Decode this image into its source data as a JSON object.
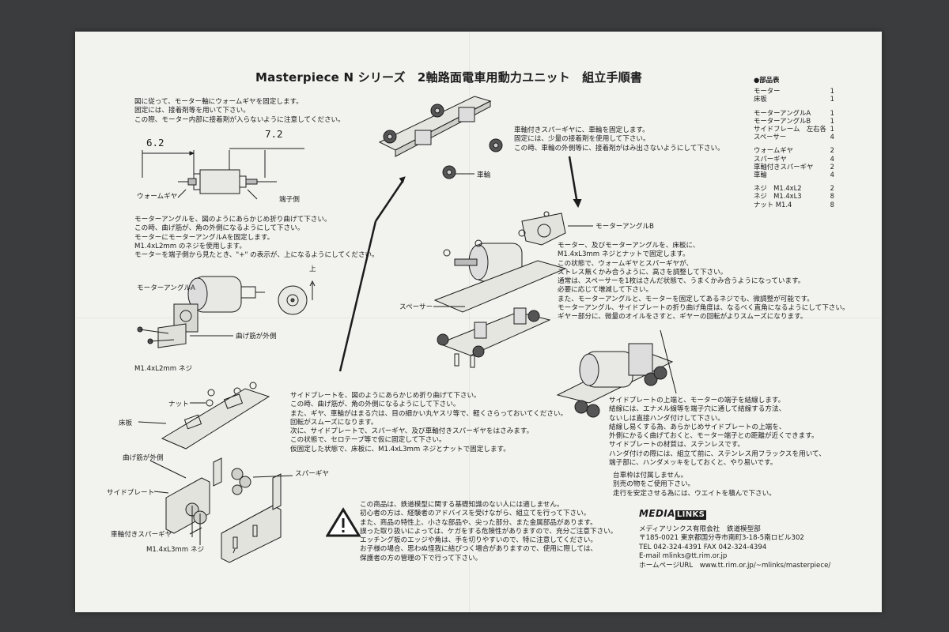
{
  "title": "Masterpiece N シリーズ　2軸路面電車用動力ユニット　組立手順書",
  "parts": {
    "heading": "●部品表",
    "groups": [
      [
        {
          "name": "モーター",
          "qty": "1"
        },
        {
          "name": "床板",
          "qty": "1"
        }
      ],
      [
        {
          "name": "モーターアングルA",
          "qty": "1"
        },
        {
          "name": "モーターアングルB",
          "qty": "1"
        },
        {
          "name": "サイドフレーム　左右各",
          "qty": "1"
        },
        {
          "name": "スペーサー",
          "qty": "4"
        }
      ],
      [
        {
          "name": "ウォームギヤ",
          "qty": "2"
        },
        {
          "name": "スパーギヤ",
          "qty": "4"
        },
        {
          "name": "車軸付きスパーギヤ",
          "qty": "2"
        },
        {
          "name": "車輪",
          "qty": "4"
        }
      ],
      [
        {
          "name": "ネジ　M1.4xL2",
          "qty": "2"
        },
        {
          "name": "ネジ　M1.4xL3",
          "qty": "8"
        },
        {
          "name": "ナット M1.4",
          "qty": "8"
        }
      ]
    ]
  },
  "step1": [
    "図に従って、モーター軸にウォームギヤを固定します。",
    "固定には、接着剤等を用いて下さい。",
    "この際、モーター内部に接着剤が入らないように注意してください。"
  ],
  "dim_left": "6.2",
  "dim_right": "7.2",
  "label_worm": "ウォームギヤ",
  "label_terminal": "端子側",
  "step2": [
    "モーターアングルを、図のようにあらかじめ折り曲げて下さい。",
    "この時、曲げ筋が、角の外側になるようにして下さい。",
    "モーターにモーターアングルAを固定します。",
    "M1.4xL2mm のネジを使用します。",
    "モーターを端子側から見たとき、\"+\" の表示が、上になるようにしてください。"
  ],
  "label_angleA": "モーターアングルA",
  "label_up": "上",
  "label_bend_out1": "曲げ筋が外側",
  "label_screw_l2": "M1.4xL2mm ネジ",
  "step_wheels": [
    "車軸付きスパーギヤに、車輪を固定します。",
    "固定には、少量の接着剤を使用して下さい。",
    "この時、車輪の外側等に、接着剤がはみ出さないようにして下さい。"
  ],
  "label_wheel": "車輪",
  "label_angleB": "モーターアングルB",
  "step_mount": [
    "モーター、及びモーターアングルを、床板に、",
    "M1.4xL3mm ネジとナットで固定します。",
    "この状態で、ウォームギヤとスパーギヤが、",
    "ストレス無くかみ合うように、高さを調整して下さい。",
    "通常は、スペーサーを1枚はさんだ状態で、うまくかみ合うようになっています。",
    "必要に応じて増減して下さい。",
    "また、モーターアングルと、モーターを固定してあるネジでも、微調整が可能です。",
    "モーターアングル、サイドプレートの折り曲げ角度は、なるべく直角になるようにして下さい。",
    "ギヤー部分に、微量のオイルをさすと、ギヤーの回転がよりスムーズになります。"
  ],
  "label_spacer": "スペーサー",
  "label_nut": "ナット",
  "label_floor": "床板",
  "label_bend_out2": "曲げ筋が外側",
  "label_sideplate": "サイドプレート",
  "label_spur": "スパーギヤ",
  "label_axle_spur": "車軸付きスパーギヤ",
  "label_screw_l3": "M1.4xL3mm ネジ",
  "step_side": [
    "サイドプレートを、図のようにあらかじめ折り曲げて下さい。",
    "この時、曲げ筋が、角の外側になるようにして下さい。",
    "また、ギヤ、車輪がはまる穴は、目の細かい丸ヤスリ等で、軽くさらっておいてください。",
    "回転がスムーズになります。",
    "次に、サイドプレートで、スパーギヤ、及び車軸付きスパーギヤをはさみます。",
    "この状態で、セロテープ等で仮に固定して下さい。",
    "仮固定した状態で、床板に、M1.4xL3mm ネジとナットで固定します。"
  ],
  "step_wire": [
    "サイドプレートの上端と、モーターの端子を結線します。",
    "結線には、エナメル線等を端子穴に通して結線する方法、",
    "ないしは直接ハンダ付けして下さい。",
    "結線し易くする為、あらかじめサイドプレートの上端を、",
    "外側にかるく曲げておくと、モーター端子との距離が近くできます。",
    "サイドプレートの材質は、ステンレスです。",
    "ハンダ付けの際には、組立て前に、ステンレス用フラックスを用いて、",
    "端子部に、ハンダメッキをしておくと、やり易いです。"
  ],
  "note_body": [
    "台車枠は付属しません。",
    "別売の物をご使用下さい。",
    "走行を安定させる為には、ウエイトを積んで下さい。"
  ],
  "warning": [
    "この商品は、鉄道模型に関する基礎知識のない人には適しません。",
    "初心者の方は、経験者のアドバイスを受けながら、組立てを行って下さい。",
    "また、商品の特性上、小さな部品や、尖った部分、また金属部品があります。",
    "誤った取り扱いによっては、ケガをする危険性がありますので、充分ご注意下さい。",
    "エッチング板のエッジや角は、手を切りやすいので、特に注意してください。",
    "お子様の場合、思わぬ怪我に結びつく場合がありますので、使用に際しては、",
    "保護者の方の管理の下で行って下さい。"
  ],
  "company": {
    "logo_pre": "MEDIA",
    "logo_box": "LINKS",
    "lines": [
      "メディアリンクス有限会社　鉄道模型部",
      "〒185-0021 東京都国分寺市南町3-18-5南ロビル302",
      "TEL 042-324-4391 FAX 042-324-4394",
      "E-mail mlinks@tt.rim.or.jp",
      "ホームページURL　www.tt.rim.or.jp/~mlinks/masterpiece/"
    ]
  }
}
